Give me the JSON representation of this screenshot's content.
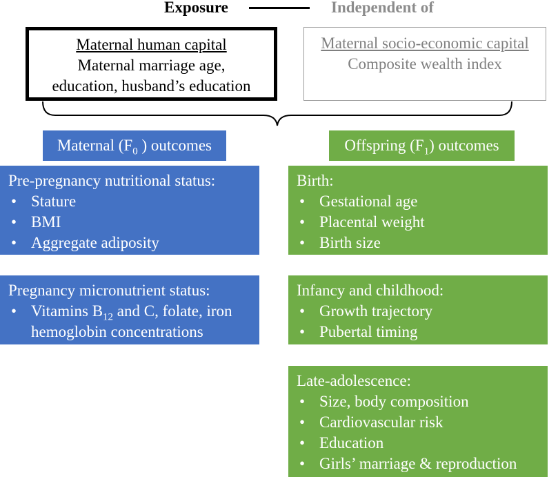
{
  "legend": {
    "exposure_label": "Exposure",
    "independent_label": "Independent of"
  },
  "exposure_box": {
    "title": "Maternal human capital",
    "line1": "Maternal marriage age,",
    "line2": "education, husband’s education"
  },
  "independent_box": {
    "title": "Maternal socio-economic capital",
    "line1": "Composite wealth index"
  },
  "maternal_header": {
    "prefix": "Maternal (F",
    "sub": "0",
    "suffix": " ) outcomes"
  },
  "offspring_header": {
    "prefix": "Offspring (F",
    "sub": "1",
    "suffix": ") outcomes"
  },
  "maternal_cards": [
    {
      "title": "Pre-pregnancy nutritional status:",
      "items": [
        "Stature",
        "BMI",
        "Aggregate adiposity"
      ]
    },
    {
      "title": "Pregnancy micronutrient status:",
      "item_prefix": "Vitamins B",
      "item_sub": "12",
      "item_suffix": " and C, folate, iron",
      "item_cont": "hemoglobin concentrations"
    }
  ],
  "offspring_cards": [
    {
      "title": "Birth:",
      "items": [
        "Gestational age",
        "Placental weight",
        "Birth size"
      ]
    },
    {
      "title": "Infancy and childhood:",
      "items": [
        "Growth trajectory",
        "Pubertal timing"
      ]
    },
    {
      "title": "Late-adolescence:",
      "items": [
        "Size, body composition",
        "Cardiovascular risk",
        "Education",
        "Girls’ marriage & reproduction"
      ]
    }
  ],
  "colors": {
    "maternal": "#4472c4",
    "offspring": "#70ad47",
    "independent_text": "#7f7f7f"
  }
}
